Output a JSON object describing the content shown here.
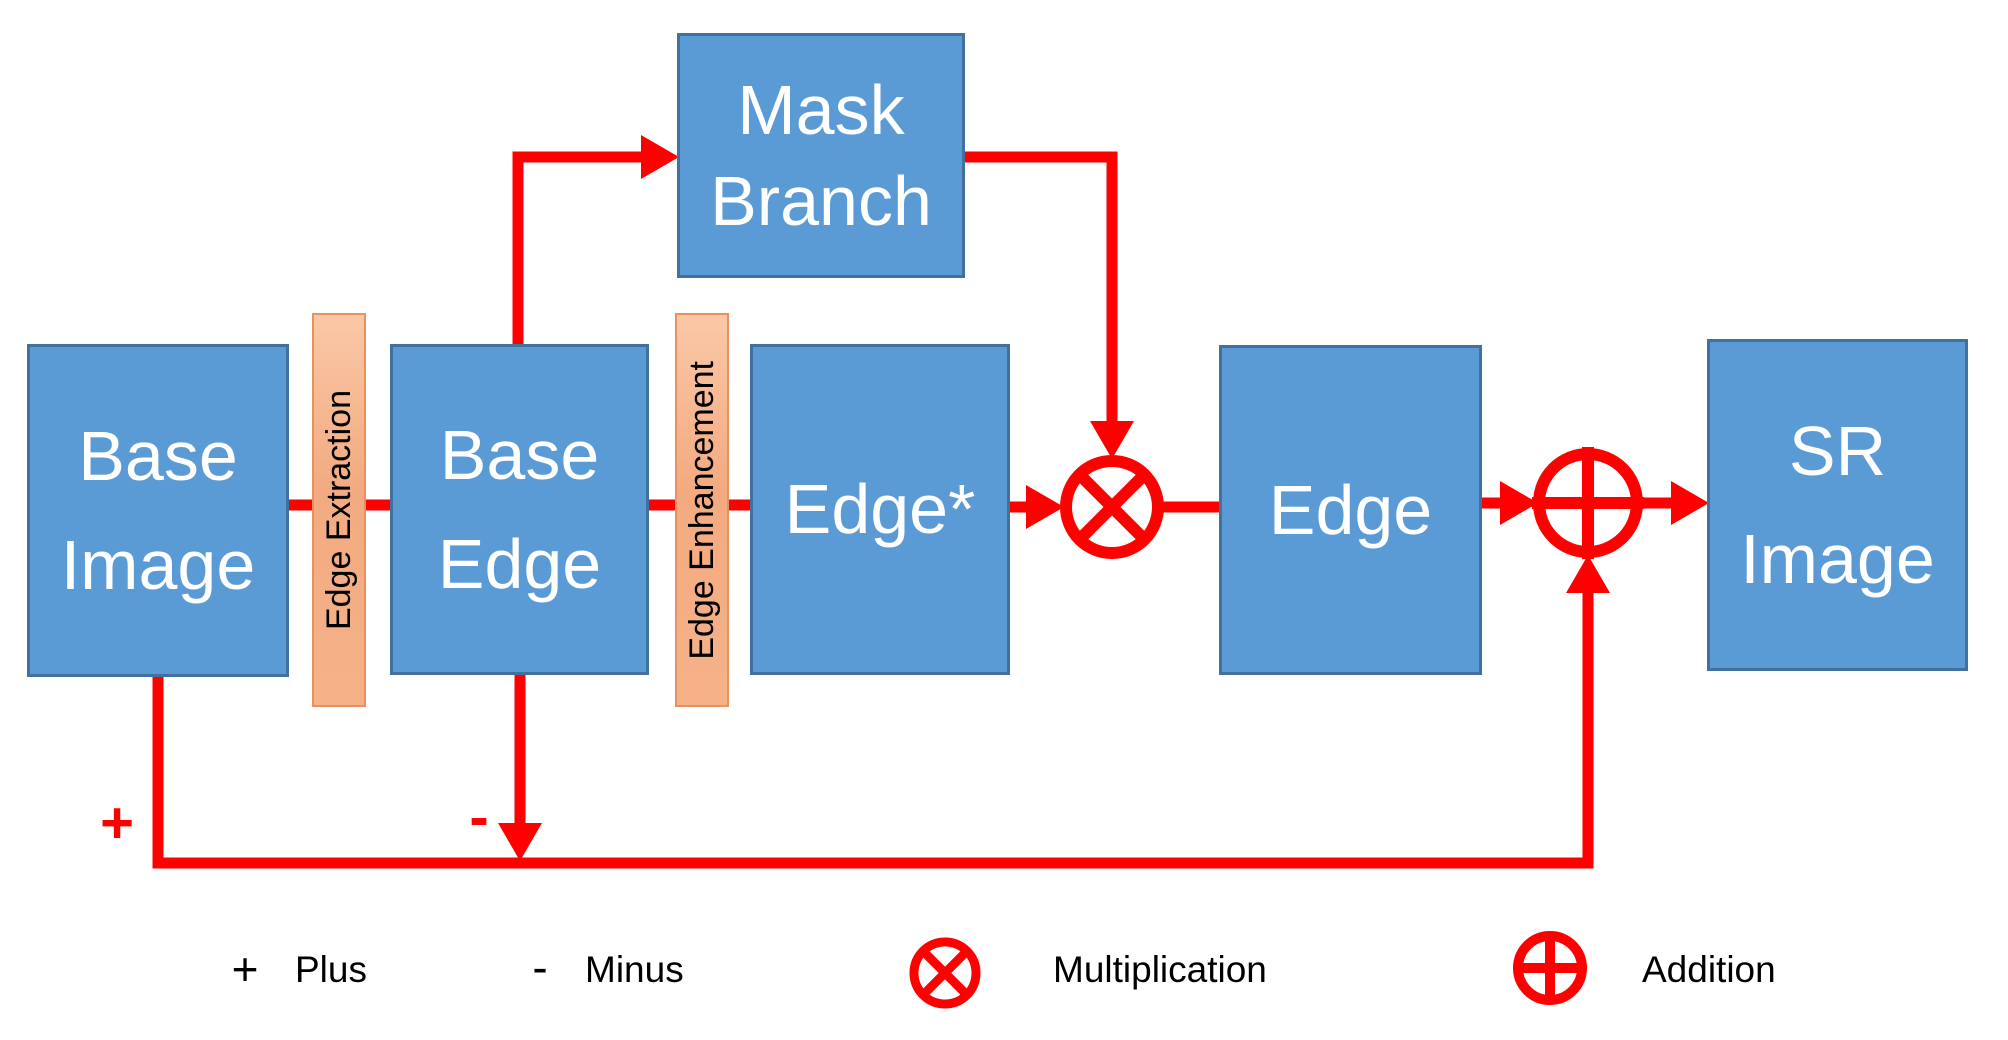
{
  "diagram": {
    "title": "Edge-enhanced super-resolution flow diagram",
    "colors": {
      "node_fill": "#5B9BD5",
      "node_border": "#41719C",
      "operator_fill": "#F5AF85",
      "operator_border": "#E8915F",
      "wire": "#FF0000",
      "node_text": "#FFFFFF",
      "legend_text": "#000000"
    },
    "nodes": {
      "base_image": {
        "label": "Base\nImage"
      },
      "base_edge": {
        "label": "Base\nEdge"
      },
      "mask_branch": {
        "label": "Mask\nBranch"
      },
      "edge_star": {
        "label": "Edge*"
      },
      "edge": {
        "label": "Edge"
      },
      "sr_image": {
        "label": "SR\nImage"
      }
    },
    "operators": {
      "edge_extraction": {
        "label": "Edge Extraction"
      },
      "edge_enhancement": {
        "label": "Edge Enhancement"
      }
    },
    "annotations": {
      "plus": "+",
      "minus": "-"
    },
    "symbols": {
      "multiplication": "circle-times",
      "addition": "circle-plus"
    },
    "legend": {
      "plus": {
        "symbol": "+",
        "label": "Plus"
      },
      "minus": {
        "symbol": "-",
        "label": "Minus"
      },
      "multiplication": {
        "symbol": "circle-times-icon",
        "label": "Multiplication"
      },
      "addition": {
        "symbol": "circle-plus-icon",
        "label": "Addition"
      }
    }
  }
}
